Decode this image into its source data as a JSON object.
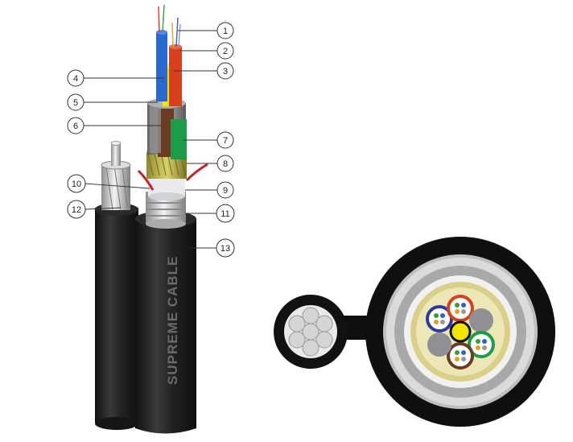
{
  "brand_text": "SUPREME CABLE",
  "callouts": [
    "1",
    "2",
    "3",
    "4",
    "5",
    "6",
    "7",
    "8",
    "9",
    "10",
    "11",
    "12",
    "13"
  ],
  "colors": {
    "sheath": "#1c1c1c",
    "tape_yellow": "#d9cf86",
    "core": "#f2e600",
    "tube_blue": "#2a3a9a",
    "tube_red": "#d8401c",
    "tube_green": "#1d9a4a",
    "tube_brown": "#6b3c22",
    "filler_gray": "#8f9093",
    "armor_silver": "#c9cbcd"
  }
}
